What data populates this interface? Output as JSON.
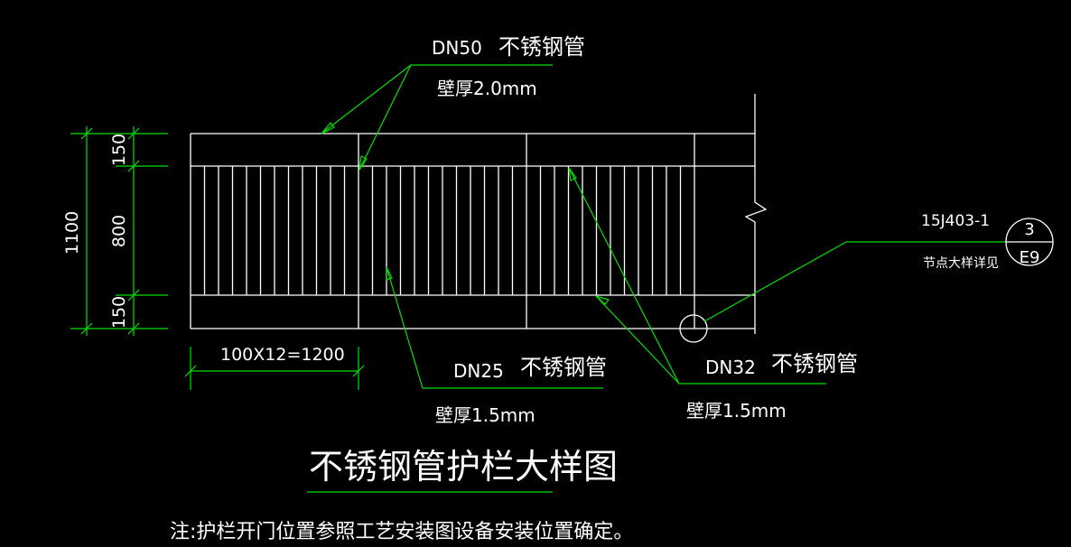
{
  "labels": {
    "dn50": "DN50",
    "dn50_material": "不锈钢管",
    "dn50_thickness": "壁厚2.0mm",
    "dn25": "DN25",
    "dn25_material": "不锈钢管",
    "dn25_thickness": "壁厚1.5mm",
    "dn32": "DN32",
    "dn32_material": "不锈钢管",
    "dn32_thickness": "壁厚1.5mm"
  },
  "dimensions": {
    "total_height": "1100",
    "top_band": "150",
    "middle_band": "800",
    "bottom_band": "150",
    "spacing": "100X12=1200"
  },
  "reference": {
    "code": "15J403-1",
    "number": "3",
    "page": "E9",
    "caption": "节点大样详见"
  },
  "title": "不锈钢管护栏大样图",
  "note": "注:护栏开门位置参照工艺安装图设备安装位置确定。",
  "colors": {
    "background": "#000000",
    "linework": "#ffffff",
    "dimension": "#00e000"
  }
}
